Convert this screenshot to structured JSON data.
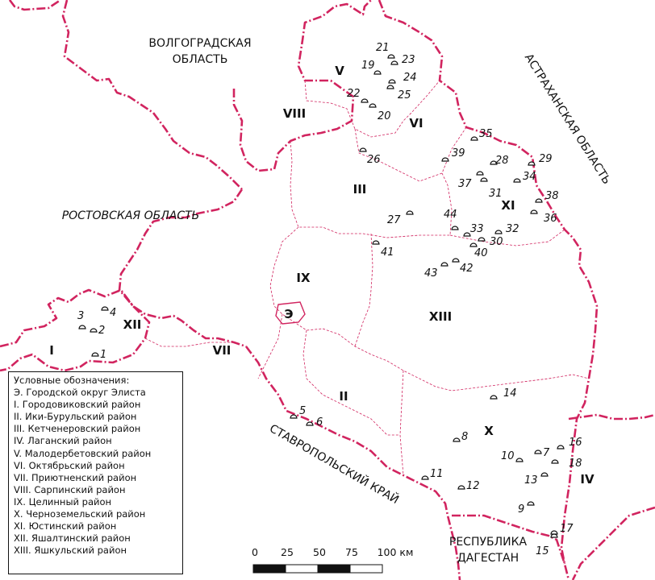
{
  "neighbors": {
    "volgograd": [
      "ВОЛГОГРАДСКАЯ",
      "ОБЛАСТЬ"
    ],
    "astrakhan": "АСТРАХАНСКАЯ ОБЛАСТЬ",
    "rostov": "РОСТОВСКАЯ ОБЛАСТЬ",
    "stavropol": "СТАВРОПОЛЬСКИЙ КРАЙ",
    "dagestan": [
      "РЕСПУБЛИКА",
      "ДАГЕСТАН"
    ]
  },
  "districts": {
    "E": "Э",
    "I": "I",
    "II": "II",
    "III": "III",
    "IV": "IV",
    "V": "V",
    "VI": "VI",
    "VII": "VII",
    "VIII": "VIII",
    "IX": "IX",
    "X": "X",
    "XI": "XI",
    "XII": "XII",
    "XIII": "XIII"
  },
  "sites": [
    "1",
    "2",
    "3",
    "4",
    "5",
    "6",
    "7",
    "8",
    "9",
    "10",
    "11",
    "12",
    "13",
    "14",
    "15",
    "16",
    "17",
    "18",
    "19",
    "20",
    "21",
    "22",
    "23",
    "24",
    "25",
    "26",
    "27",
    "28",
    "29",
    "30",
    "31",
    "32",
    "33",
    "34",
    "35",
    "36",
    "37",
    "38",
    "39",
    "40",
    "41",
    "42",
    "43",
    "44"
  ],
  "legend": {
    "title": "Условные обозначения:",
    "items": [
      "Э. Городской округ Элиста",
      "I. Городовиковский район",
      "II. Ики-Бурульский район",
      "III. Кетченеровский район",
      "IV. Лаганский район",
      "V. Малодербетовский район",
      "VI. Октябрьский район",
      "VII. Приютненский район",
      "VIII. Сарпинский район",
      "IX. Целинный район",
      "X. Черноземельский район",
      "XI. Юстинский район",
      "XII. Яшалтинский район",
      "XIII. Яшкульский район"
    ]
  },
  "scale": {
    "ticks": [
      "0",
      "25",
      "50",
      "75",
      "100 км"
    ]
  },
  "colors": {
    "border": "#d1245f",
    "text": "#111111",
    "background": "#ffffff"
  }
}
